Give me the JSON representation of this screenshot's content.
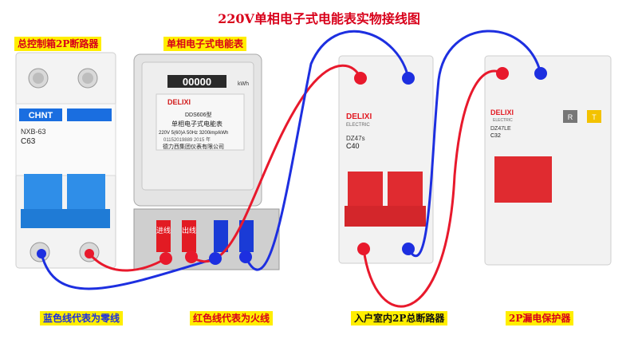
{
  "title": "220V单相电子式电能表实物接线图",
  "labels": {
    "main_breaker": "总控制箱2P断路器",
    "meter": "单相电子式电能表",
    "blue_means": "蓝色线代表为零线",
    "red_means": "红色线代表为火线",
    "indoor_breaker": "入户室内2P总断路器",
    "leakage_breaker": "2P漏电保护器"
  },
  "chnt": {
    "brand": "CHNT",
    "model": "NXB-63",
    "rating": "C63"
  },
  "meter": {
    "reading": "00000",
    "unit": "kWh",
    "brand": "DELIXI",
    "model": "DDS606型",
    "type_name": "单相电子式电能表",
    "spec": "220V 5(60)A 50Hz 3200imp/kWh",
    "serial": "01152019889 2015 年",
    "maker": "德力西集团仪表有限公司",
    "terminal_in": "进线",
    "terminal_out": "出线"
  },
  "delixi_breaker": {
    "brand": "DELIXI",
    "sub": "ELECTRIC",
    "model": "DZ47s",
    "rating": "C40"
  },
  "rcd": {
    "brand": "DELIXI",
    "sub": "ELECTRIC",
    "model": "DZ47LE",
    "rating": "C32",
    "btn_r": "R",
    "btn_t": "T"
  },
  "colors": {
    "live": "#e8192c",
    "neutral": "#1d2fe0",
    "title": "#d8001a",
    "label_bg": "#ffee00"
  }
}
